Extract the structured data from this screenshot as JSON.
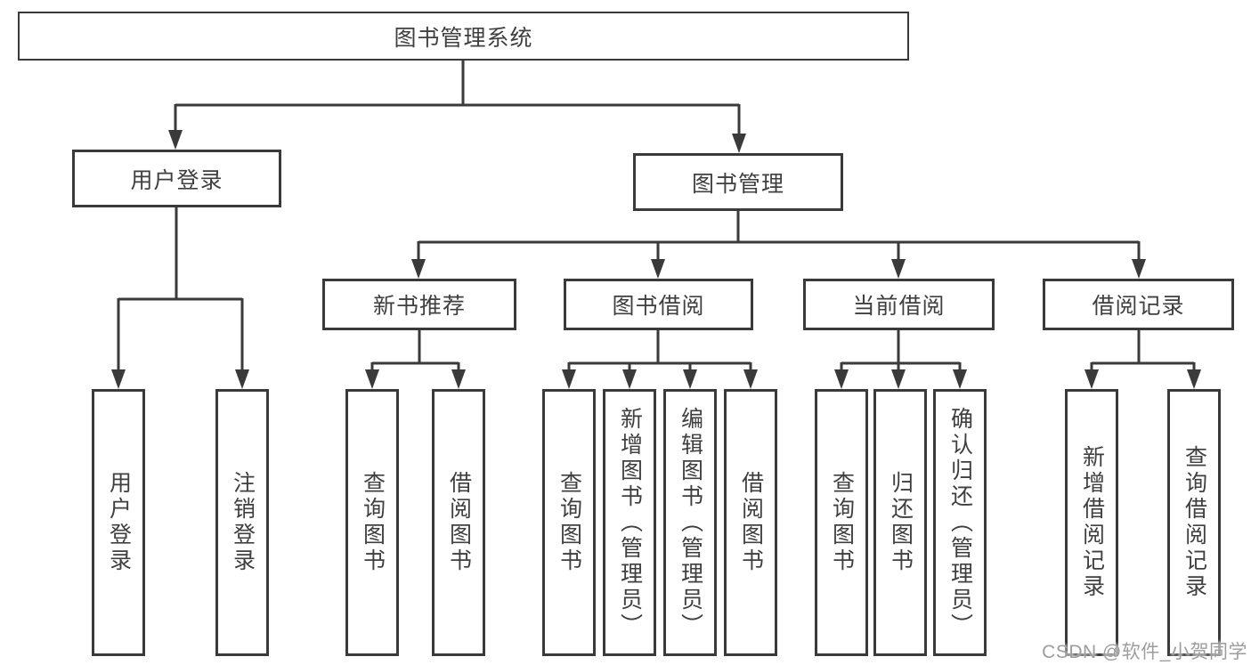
{
  "palette": {
    "border": "#3a3a3a",
    "line": "#3a3a3a",
    "text": "#3f3f3f",
    "watermark_text_color": "#9d9d9d",
    "background": "#ffffff"
  },
  "diagram": {
    "root": {
      "label": "图书管理系统"
    },
    "branches": [
      {
        "label": "用户登录"
      },
      {
        "label": "图书管理"
      }
    ],
    "modules": [
      {
        "label": "新书推荐"
      },
      {
        "label": "图书借阅"
      },
      {
        "label": "当前借阅"
      },
      {
        "label": "借阅记录"
      }
    ],
    "functions": [
      {
        "label": "用户登录"
      },
      {
        "label": "注销登录"
      },
      {
        "label": "查询图书"
      },
      {
        "label": "借阅图书"
      },
      {
        "label": "查询图书"
      },
      {
        "label": "新增图书（管理员）"
      },
      {
        "label": "编辑图书（管理员）"
      },
      {
        "label": "借阅图书"
      },
      {
        "label": "查询图书"
      },
      {
        "label": "归还图书"
      },
      {
        "label": "确认归还（管理员）"
      },
      {
        "label": "新增借阅记录"
      },
      {
        "label": "查询借阅记录"
      }
    ]
  },
  "watermark": {
    "text": "CSDN @软件_小贺同学"
  }
}
